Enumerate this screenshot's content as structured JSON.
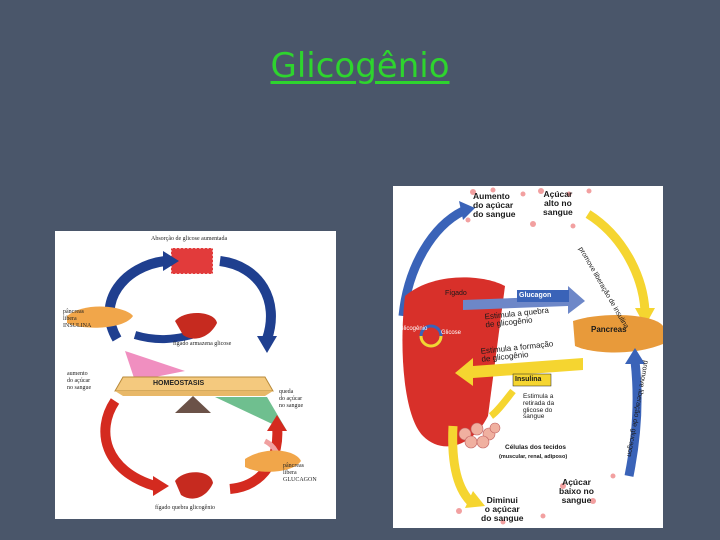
{
  "title": "Glicogênio",
  "left_diagram": {
    "top": "Absorção de glicose aumentada",
    "pancreas_insulin": [
      "pâncreas",
      "libera",
      "INSULINA"
    ],
    "liver_store": "fígado armazena glicose",
    "increase": [
      "aumento",
      "do açúcar",
      "no sangue"
    ],
    "homeostasis": "HOMEOSTASIS",
    "drop": [
      "queda",
      "do açúcar",
      "no sangue"
    ],
    "pancreas_glucagon": [
      "pâncreas",
      "libera",
      "GLUCAGON"
    ],
    "liver_break": "fígado quebra glicogênio"
  },
  "right_diagram": {
    "increase": [
      "Aumento",
      "do açúcar",
      "do sangue"
    ],
    "high_sugar": [
      "Açúcar",
      "alto no",
      "sangue"
    ],
    "promotes_insulin": "promove liberação de insulina",
    "figado": "Fígado",
    "glucagon": "Glucagon",
    "stim_break": [
      "Estimula a quebra",
      "de glicogênio"
    ],
    "glicogenio": "Glicogênio",
    "glicose": "Glicose",
    "pancreas": "Pancreas",
    "stim_form": [
      "Estimula a formação",
      "de glicogênio"
    ],
    "insulina": "Insulina",
    "promotes_glucagon": "promove liberação de glucagon",
    "stim_uptake": [
      "Estimula a",
      "retirada da",
      "glicose do",
      "sangue"
    ],
    "cells": "Células dos tecidos",
    "cells_sub": "(muscular, renal, adiposo)",
    "low_sugar": [
      "Açúcar",
      "baixo no",
      "sangue"
    ],
    "decrease": [
      "Diminui",
      "o açúcar",
      "do sangue"
    ]
  }
}
